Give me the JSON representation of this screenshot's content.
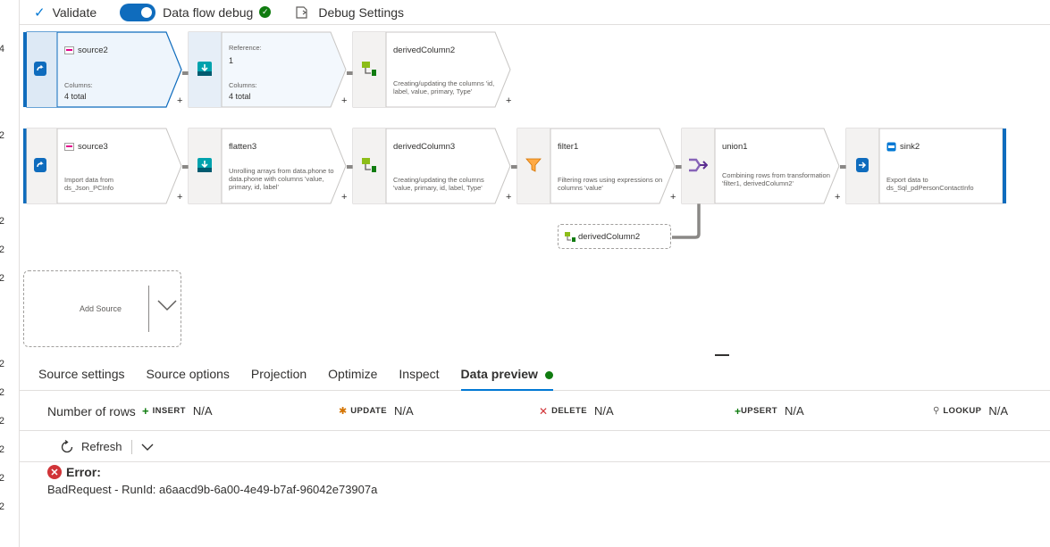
{
  "gutter": [
    "4",
    "2",
    "2",
    "2",
    "2",
    "2",
    "2",
    "2",
    "2",
    "2",
    "2"
  ],
  "toolbar": {
    "validate": "Validate",
    "debug": "Data flow debug",
    "debug_settings": "Debug Settings"
  },
  "row1": {
    "source2": {
      "title": "source2",
      "label": "Columns:",
      "value": "4 total"
    },
    "reference": {
      "label": "Reference:",
      "ref": "1",
      "cols_label": "Columns:",
      "cols_value": "4 total"
    },
    "derived2": {
      "title": "derivedColumn2",
      "desc": "Creating/updating the columns 'id, label, value, primary, Type'"
    }
  },
  "row2": {
    "source3": {
      "title": "source3",
      "desc": "Import data from ds_Json_PCInfo"
    },
    "flatten3": {
      "title": "flatten3",
      "desc": "Unrolling arrays from data.phone to data.phone with columns 'value, primary, id, label'"
    },
    "derived3": {
      "title": "derivedColumn3",
      "desc": "Creating/updating the columns 'value, primary, id, label, Type'"
    },
    "filter1": {
      "title": "filter1",
      "desc": "Filtering rows using expressions on columns 'value'"
    },
    "union1": {
      "title": "union1",
      "desc": "Combining rows from transformation 'filter1, derivedColumn2'"
    },
    "sink2": {
      "title": "sink2",
      "desc": "Export data to ds_Sql_pdPersonContactInfo"
    }
  },
  "ref_node": "derivedColumn2",
  "add_source": "Add Source",
  "plus": "+",
  "tabs": [
    "Source settings",
    "Source options",
    "Projection",
    "Optimize",
    "Inspect",
    "Data preview"
  ],
  "rows": {
    "label": "Number of rows",
    "insert": "INSERT",
    "update": "UPDATE",
    "delete": "DELETE",
    "upsert": "UPSERT",
    "lookup": "LOOKUP",
    "na": "N/A"
  },
  "refresh": "Refresh",
  "error": {
    "title": "Error:",
    "message": "BadRequest - RunId: a6aacd9b-6a00-4e49-b7af-96042e73907a"
  },
  "colors": {
    "accent": "#0078d4",
    "success": "#107c10",
    "error": "#d13438",
    "node_selected": "#eef5fc"
  }
}
